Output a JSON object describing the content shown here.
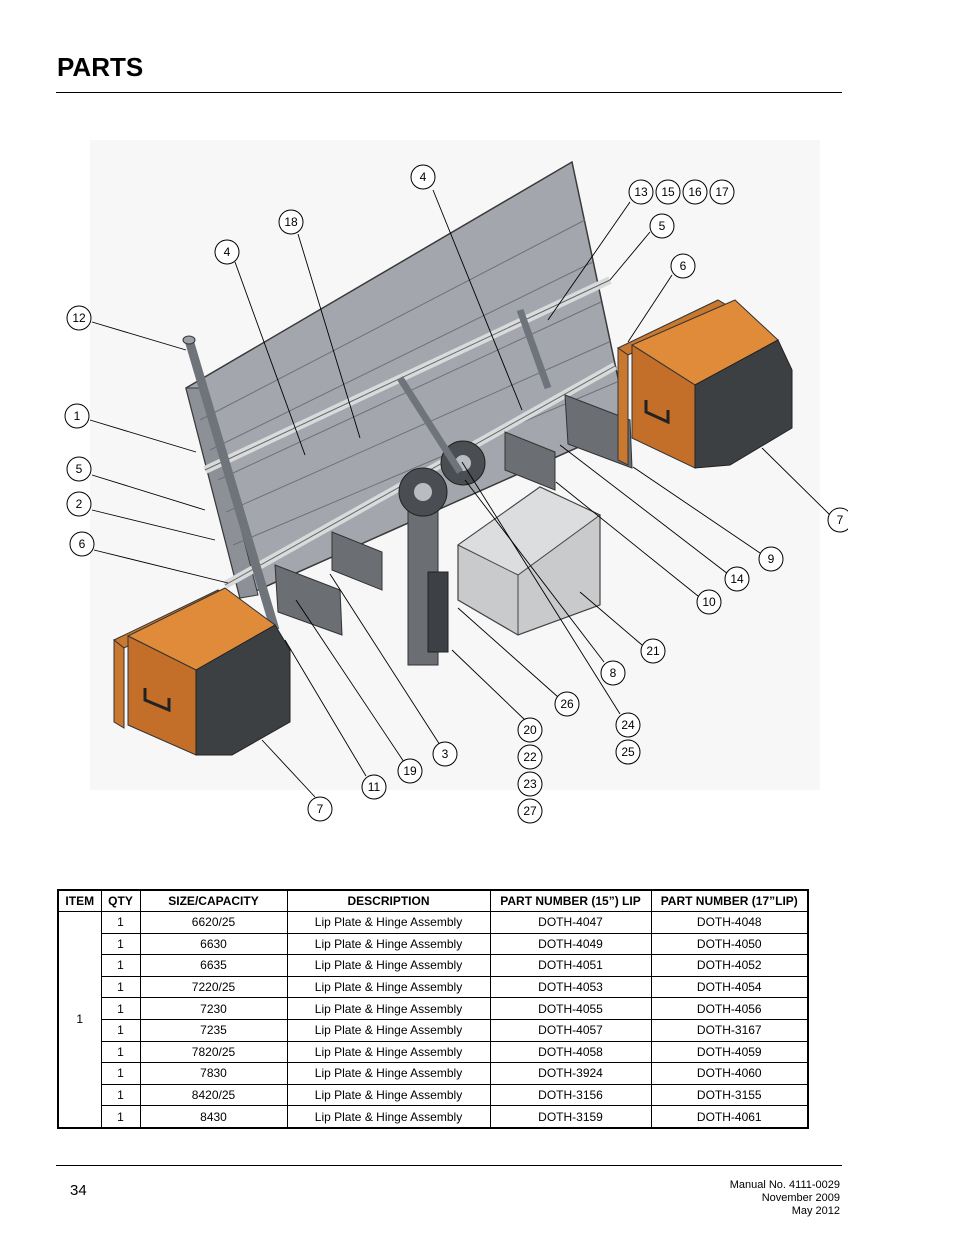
{
  "page": {
    "title": "PARTS",
    "page_number": "34",
    "manual_lines": [
      "Manual No. 4111-0029",
      "November 2009",
      "May 2012"
    ]
  },
  "diagram": {
    "callouts": [
      "4",
      "13",
      "15",
      "16",
      "17",
      "18",
      "5",
      "4",
      "6",
      "12",
      "1",
      "5",
      "2",
      "6",
      "7",
      "9",
      "14",
      "10",
      "21",
      "8",
      "26",
      "24",
      "25",
      "20",
      "22",
      "23",
      "27",
      "3",
      "19",
      "11",
      "7"
    ]
  },
  "table": {
    "headers": [
      "ITEM",
      "QTY",
      "SIZE/CAPACITY",
      "DESCRIPTION",
      "PART NUMBER (15”) LIP",
      "PART NUMBER (17”LIP)"
    ],
    "item": "1",
    "rows": [
      {
        "qty": "1",
        "size": "6620/25",
        "desc": "Lip Plate & Hinge Assembly",
        "pn15": "DOTH-4047",
        "pn17": "DOTH-4048"
      },
      {
        "qty": "1",
        "size": "6630",
        "desc": "Lip Plate & Hinge Assembly",
        "pn15": "DOTH-4049",
        "pn17": "DOTH-4050"
      },
      {
        "qty": "1",
        "size": "6635",
        "desc": "Lip Plate & Hinge Assembly",
        "pn15": "DOTH-4051",
        "pn17": "DOTH-4052"
      },
      {
        "qty": "1",
        "size": "7220/25",
        "desc": "Lip Plate & Hinge Assembly",
        "pn15": "DOTH-4053",
        "pn17": "DOTH-4054"
      },
      {
        "qty": "1",
        "size": "7230",
        "desc": "Lip Plate & Hinge Assembly",
        "pn15": "DOTH-4055",
        "pn17": "DOTH-4056"
      },
      {
        "qty": "1",
        "size": "7235",
        "desc": "Lip Plate & Hinge Assembly",
        "pn15": "DOTH-4057",
        "pn17": "DOTH-3167"
      },
      {
        "qty": "1",
        "size": "7820/25",
        "desc": "Lip Plate & Hinge Assembly",
        "pn15": "DOTH-4058",
        "pn17": "DOTH-4059"
      },
      {
        "qty": "1",
        "size": "7830",
        "desc": "Lip Plate & Hinge Assembly",
        "pn15": "DOTH-3924",
        "pn17": "DOTH-4060"
      },
      {
        "qty": "1",
        "size": "8420/25",
        "desc": "Lip Plate & Hinge Assembly",
        "pn15": "DOTH-3156",
        "pn17": "DOTH-3155"
      },
      {
        "qty": "1",
        "size": "8430",
        "desc": "Lip Plate & Hinge Assembly",
        "pn15": "DOTH-3159",
        "pn17": "DOTH-4061"
      }
    ]
  }
}
